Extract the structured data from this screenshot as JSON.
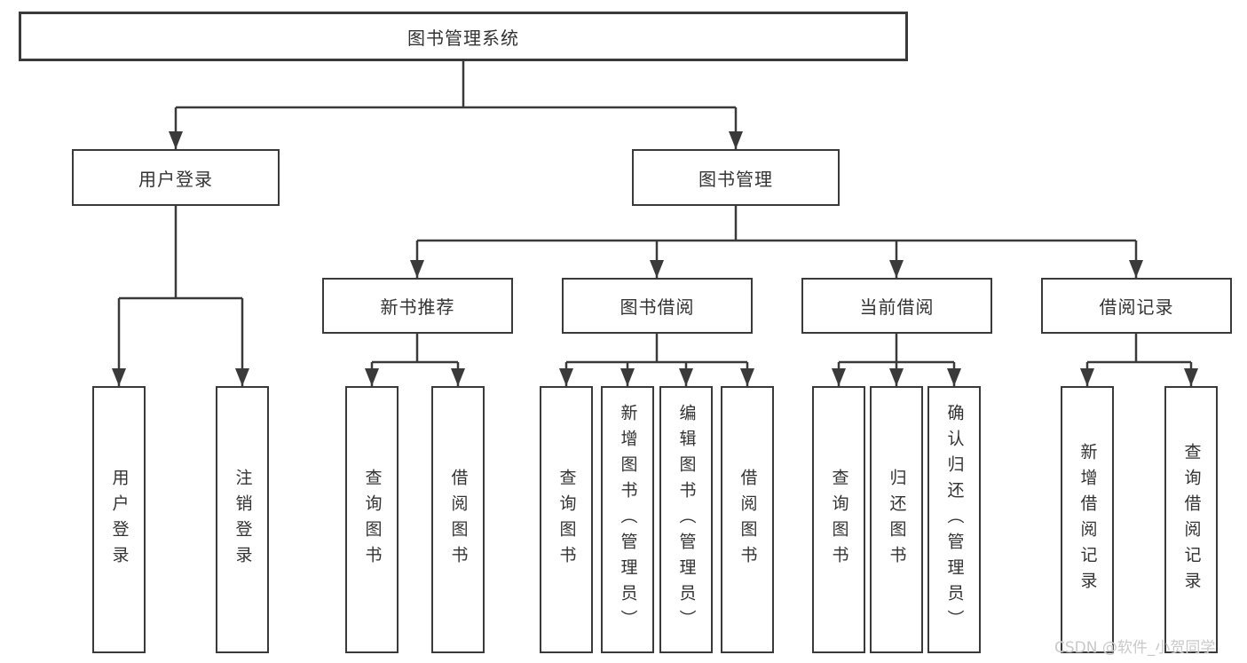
{
  "diagram": {
    "root": {
      "label": "图书管理系统"
    },
    "level2": [
      {
        "label": "用户登录"
      },
      {
        "label": "图书管理"
      }
    ],
    "level3": [
      {
        "label": "新书推荐"
      },
      {
        "label": "图书借阅"
      },
      {
        "label": "当前借阅"
      },
      {
        "label": "借阅记录"
      }
    ],
    "leaves": {
      "user_login": [
        "用户登录",
        "注销登录"
      ],
      "new_book_recommend": [
        "查询图书",
        "借阅图书"
      ],
      "book_borrow": [
        "查询图书",
        "新增图书（管理员）",
        "编辑图书（管理员）",
        "借阅图书"
      ],
      "current_borrow": [
        "查询图书",
        "归还图书",
        "确认归还（管理员）"
      ],
      "borrow_record": [
        "新增借阅记录",
        "查询借阅记录"
      ]
    }
  },
  "watermark": {
    "text": "CSDN @软件_小贺同学"
  },
  "colors": {
    "line": "#3a3a3a",
    "text": "#333333",
    "background": "#ffffff",
    "watermark": "#c9c9c9"
  }
}
